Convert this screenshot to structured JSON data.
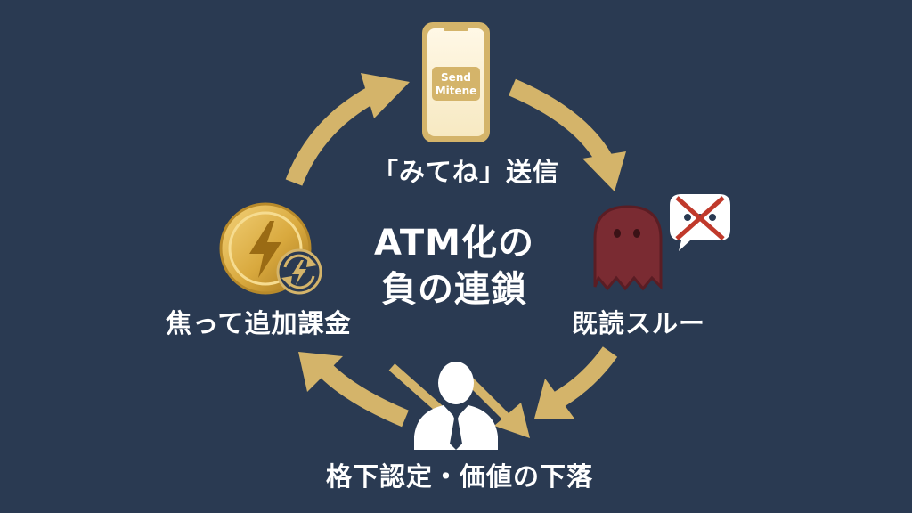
{
  "center": {
    "line1": "ATM化の",
    "line2": "負の連鎖"
  },
  "steps": [
    {
      "label": "「みてね」送信",
      "icon": "smartphone-icon"
    },
    {
      "label": "既読スルー",
      "icon": "ghost-icon"
    },
    {
      "label": "格下認定・価値の下落",
      "icon": "businessman-icon"
    },
    {
      "label": "焦って追加課金",
      "icon": "coin-icon"
    }
  ],
  "phone": {
    "line1": "Send",
    "line2": "Mitene"
  },
  "colors": {
    "background": "#2a3a52",
    "arrow": "#d4b46a",
    "ghost": "#7a2b32",
    "cross": "#c0392b",
    "text": "#ffffff"
  }
}
